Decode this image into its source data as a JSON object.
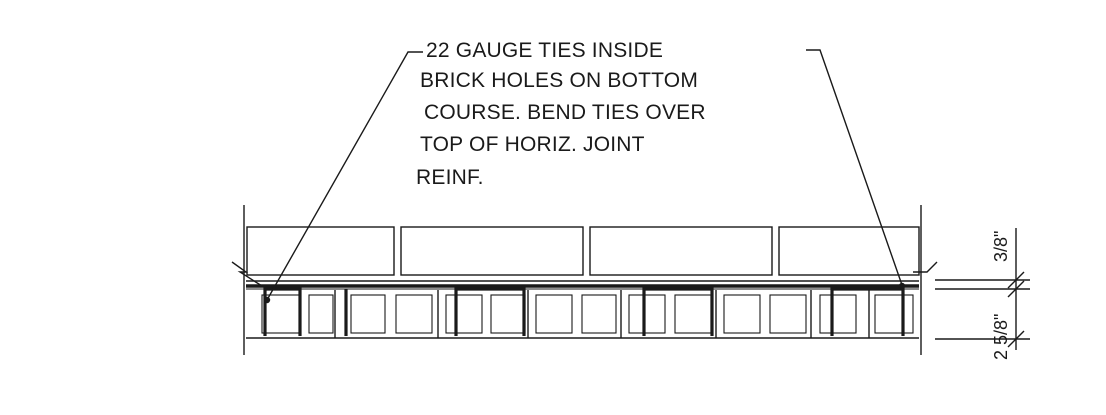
{
  "note": {
    "lines": [
      "22 GAUGE TIES INSIDE",
      "BRICK HOLES ON BOTTOM",
      "COURSE. BEND TIES OVER",
      "TOP OF HORIZ. JOINT",
      "REINF."
    ]
  },
  "dimensions": {
    "joint": "3/8\"",
    "brick_course": "2 5/8\""
  },
  "colors": {
    "line": "#1a1a1a",
    "background": "#ffffff"
  }
}
